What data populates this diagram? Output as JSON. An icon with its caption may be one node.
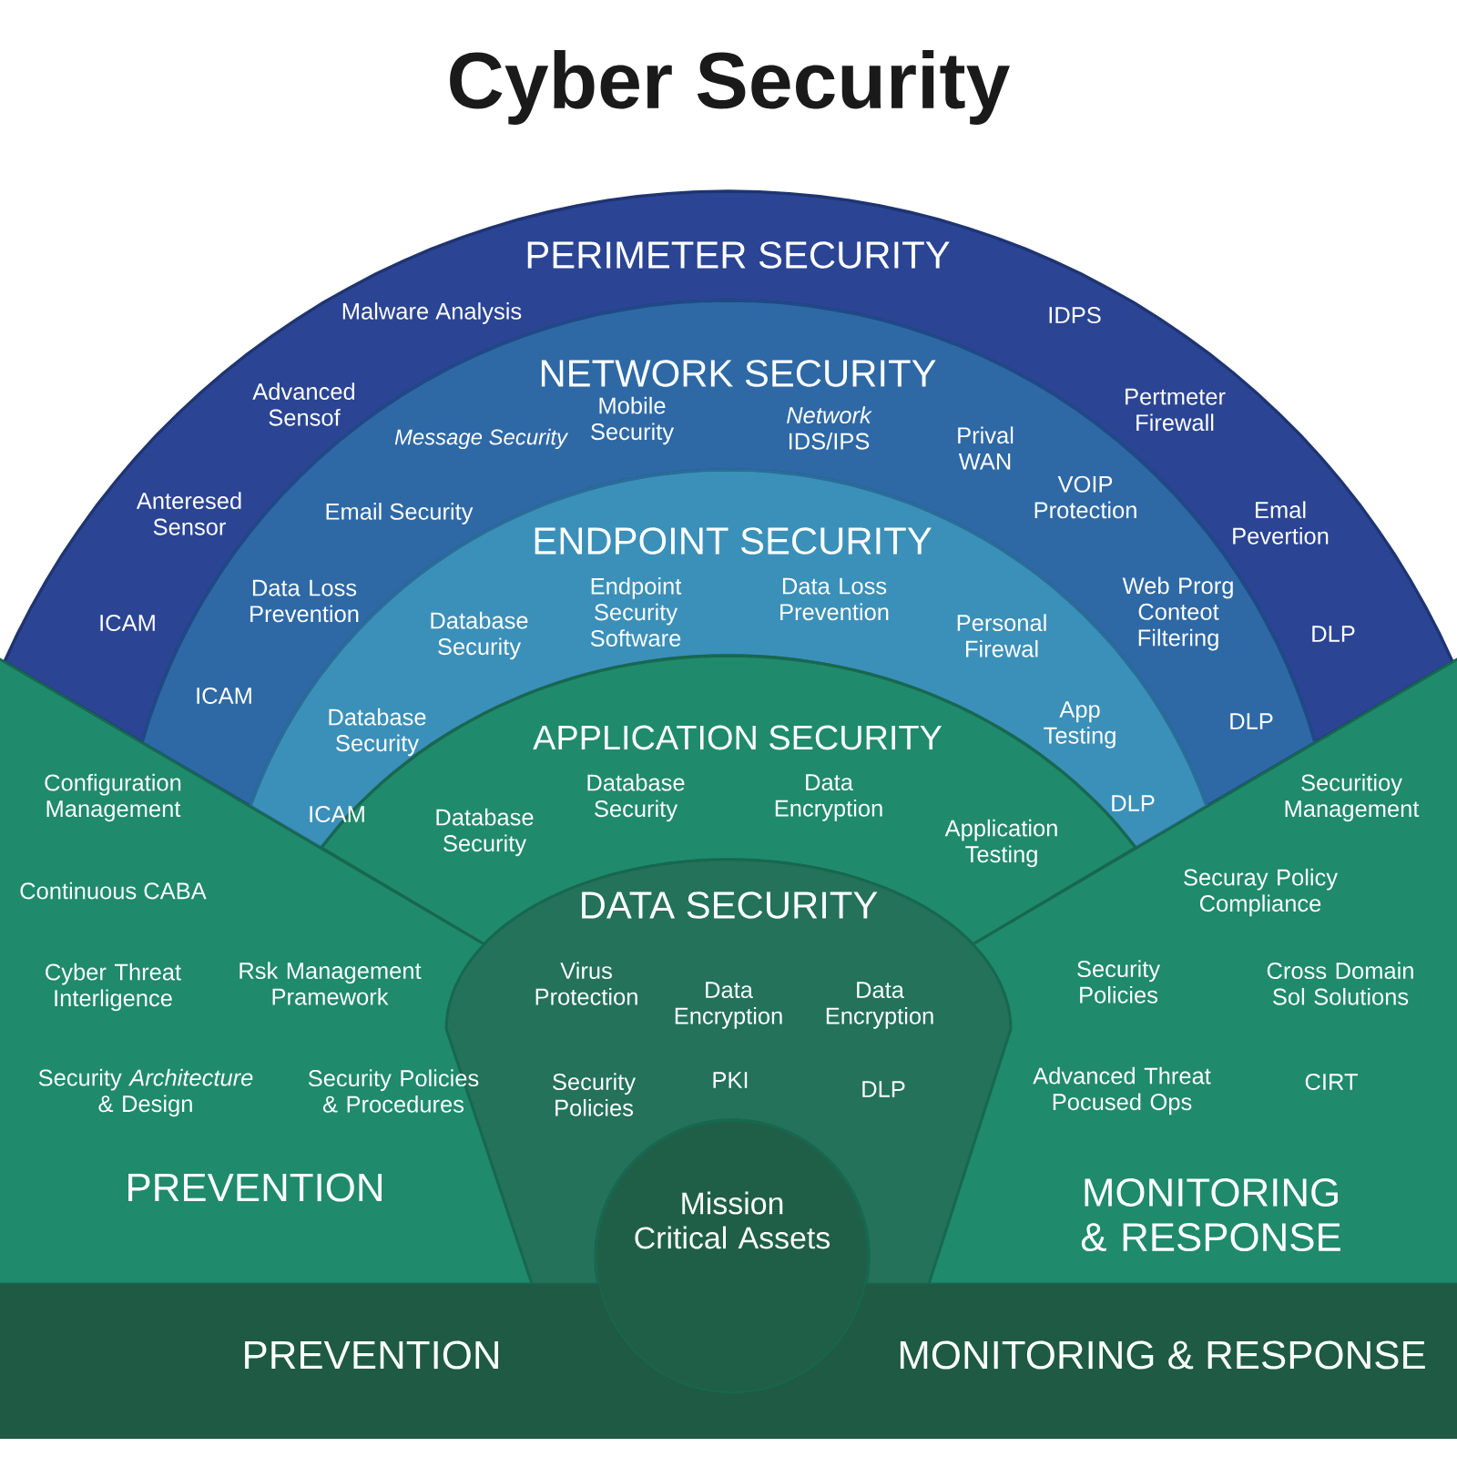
{
  "diagram": {
    "title": "Cyber Security",
    "nodes": [
      {
        "text": [
          "PERIMETER SECURITY",
          "Malware Analysis",
          "Advanced Sensof",
          "Anteresed Sensor",
          "ICAM",
          "IDPS",
          "Pertmeter Firewall",
          "Emal Pevertion",
          "DLP"
        ]
      },
      {
        "text": [
          "NETWORK SECURITY",
          "Message Security",
          "Mobile Security",
          "*Network* IDS/IPS",
          "Email Security",
          "Prival WAN",
          "VOIP Protection",
          "Data Loss Prevention",
          "Web Prorg Conteot Filtering",
          "ICAM",
          "DLP"
        ]
      },
      {
        "text": [
          "ENDPOINT SECURITY",
          "Database Security",
          "Endpoint Security Software",
          "Data Loss Prevention",
          "Personal Firewal",
          "Database Security",
          "App Testing",
          "ICAM",
          "DLP"
        ]
      },
      {
        "text": [
          "APPLICATION SECURITY",
          "Database Security",
          "Database Security",
          "Data Encryption",
          "Application Testing"
        ]
      },
      {
        "text": [
          "DATA SECURITY",
          "Virus Protection",
          "Data Encryption",
          "Data Encryption",
          "Security Policies",
          "PKI",
          "DLP"
        ]
      },
      {
        "text": [
          "Mission Critical Assets"
        ]
      },
      {
        "text": [
          "Configuration Management",
          "Continuous CABA",
          "Cyber Threat Interligence",
          "Rsk Management Pramework",
          "Security *Architecture* & Design",
          "Security Policies & Procedures",
          "PREVENTION"
        ]
      },
      {
        "text": [
          "Securitioy Management",
          "Securay Policy Compliance",
          "Security Policies",
          "Cross Domain Sol Solutions",
          "Advanced Threat Pocused Ops",
          "CIRT",
          "MONITORING & RESPONSE"
        ]
      },
      {
        "text": [
          "PREVENTION",
          "MONITORING & RESPONSE"
        ]
      }
    ]
  }
}
